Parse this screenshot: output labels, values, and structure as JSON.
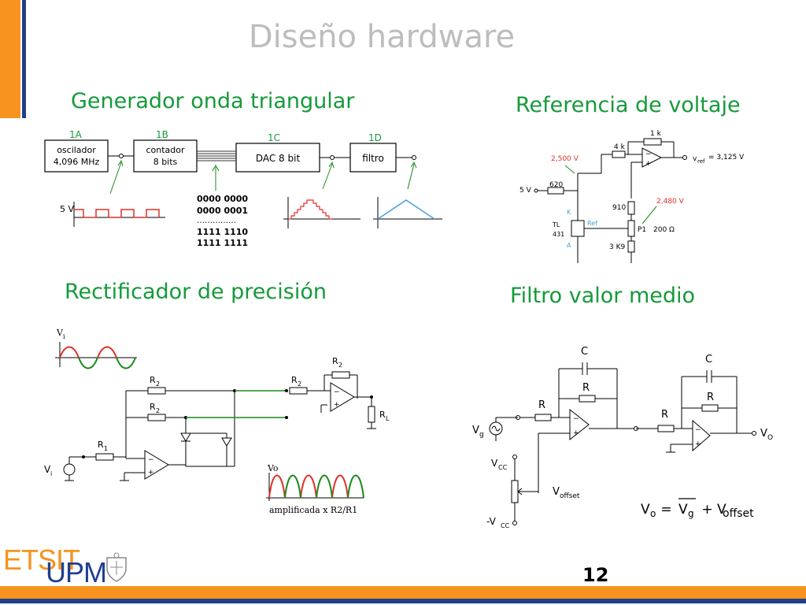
{
  "slide": {
    "title": "Diseño hardware",
    "page_number": "12",
    "logo": {
      "etsit": "ETSIT",
      "upm": "UPM"
    }
  },
  "sections": {
    "generator": {
      "heading": "Generador onda triangular",
      "blocks": [
        {
          "tag": "1A",
          "line1": "oscilador",
          "line2": "4,096 MHz"
        },
        {
          "tag": "1B",
          "line1": "contador",
          "line2": "8 bits"
        },
        {
          "tag": "1C",
          "line1": "DAC   8 bit",
          "line2": ""
        },
        {
          "tag": "1D",
          "line1": "filtro",
          "line2": ""
        }
      ],
      "square_label": "5 V",
      "counter_values": [
        "0000 0000",
        "0000 0001",
        "……………",
        "1111 1110",
        "1111 1111"
      ]
    },
    "voltage_ref": {
      "heading": "Referencia de voltaje",
      "labels": {
        "r_top": "1 k",
        "r_fb": "4 k",
        "v_k": "2,500 V",
        "vref_label": "v",
        "vref_sub": "ref",
        "vref_value": "= 3,125 V",
        "supply": "5 V",
        "r_series": "620",
        "r_910": "910",
        "v_wiper": "2,480 V",
        "k": "K",
        "tl": "TL",
        "tl_num": "431",
        "ref": "Ref",
        "a": "A",
        "p1": "P1",
        "p1_value": "200 Ω",
        "r_3k9": "3 K9"
      }
    },
    "rectifier": {
      "heading": "Rectificador de precisión",
      "labels": {
        "vi_wave": "V",
        "vi_wave_sub": "i",
        "r2a": "R",
        "r2a_sub": "2",
        "r2b": "R",
        "r2b_sub": "2",
        "r2c": "R",
        "r2c_sub": "2",
        "r2d": "R",
        "r2d_sub": "2",
        "r1": "R",
        "r1_sub": "1",
        "rl": "R",
        "rl_sub": "L",
        "vi": "V",
        "vi_sub": "i",
        "vo_wave": "Vo",
        "amplified": "amplificada   x  R2/R1"
      }
    },
    "filter": {
      "heading": "Filtro valor medio",
      "labels": {
        "c1": "C",
        "c2": "C",
        "r1": "R",
        "r2": "R",
        "r3": "R",
        "r4": "R",
        "vg": "V",
        "vg_sub": "g",
        "vo": "V",
        "vo_sub": "O",
        "vcc": "V",
        "vcc_sub": "CC",
        "vneg": "-V",
        "vneg_sub": "CC",
        "voffset": "V",
        "voffset_sub": "offset",
        "eq_vo": "V",
        "eq_vo_sub": "o",
        "eq_eq": " = ",
        "eq_vg": "V",
        "eq_vg_sub": "g",
        "eq_plus": " + V",
        "eq_off_sub": "offset"
      }
    }
  },
  "colors": {
    "accent_orange": "#f7931e",
    "accent_blue": "#1f3f8f",
    "heading_green": "#159a3a",
    "wave_red": "#e0302a",
    "wave_blue": "#4a9fd8",
    "trace_green": "#1a8a1a"
  }
}
